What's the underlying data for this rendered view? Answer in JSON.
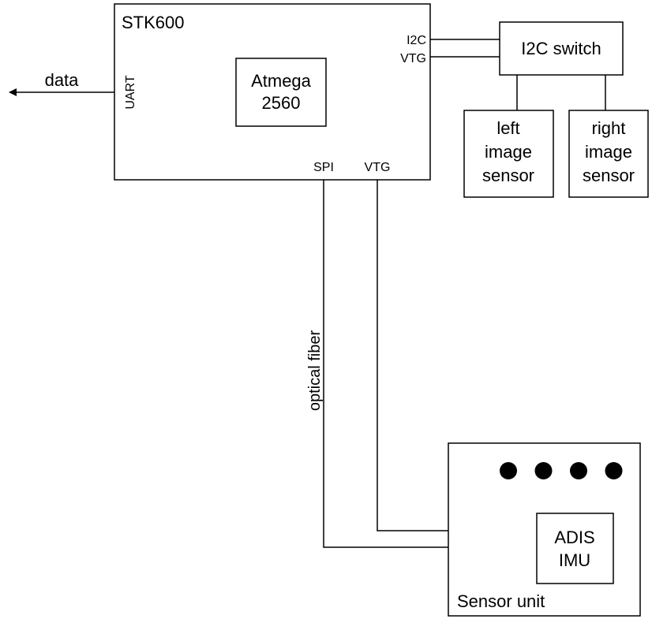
{
  "stk600": {
    "title": "STK600",
    "port_uart": "UART",
    "port_i2c": "I2C",
    "port_vtg_right": "VTG",
    "port_spi": "SPI",
    "port_vtg_bottom": "VTG"
  },
  "mcu": {
    "line1": "Atmega",
    "line2": "2560"
  },
  "data_arrow": {
    "label": "data"
  },
  "i2c_switch": {
    "label": "I2C switch"
  },
  "left_sensor": {
    "line1": "left",
    "line2": "image",
    "line3": "sensor"
  },
  "right_sensor": {
    "line1": "right",
    "line2": "image",
    "line3": "sensor"
  },
  "fiber": {
    "label": "optical fiber"
  },
  "sensor_unit": {
    "label": "Sensor unit",
    "led_count": 4,
    "imu_line1": "ADIS",
    "imu_line2": "IMU"
  }
}
